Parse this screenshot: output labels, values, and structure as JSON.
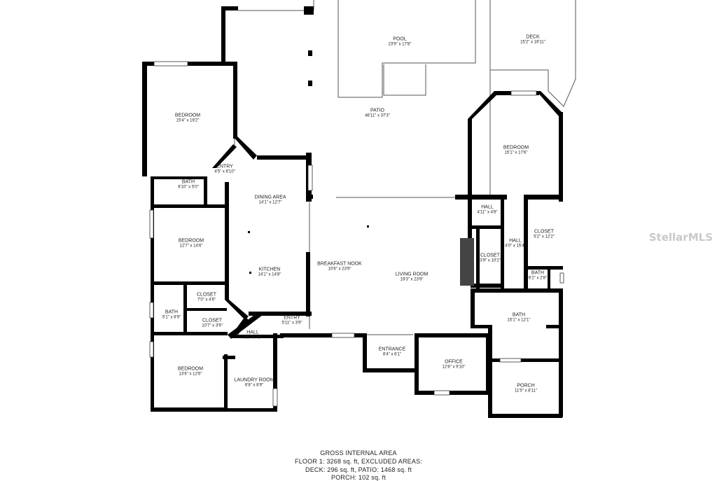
{
  "rooms": [
    {
      "key": "pool",
      "name": "POOL",
      "dims": "23'9\" x 17'8\""
    },
    {
      "key": "deck",
      "name": "DECK",
      "dims": "15'2\" x 19'11\""
    },
    {
      "key": "patio",
      "name": "PATIO",
      "dims": "46'11\" x 37'3\""
    },
    {
      "key": "bedroom_nw",
      "name": "BEDROOM",
      "dims": "15'4\" x 19'2\""
    },
    {
      "key": "entry_nw",
      "name": "ENTRY",
      "dims": "4'5\" x 6'10\""
    },
    {
      "key": "bath_nw",
      "name": "BATH",
      "dims": "8'10\" x 5'0\""
    },
    {
      "key": "dining",
      "name": "DINING AREA",
      "dims": "14'1\" x 12'7\""
    },
    {
      "key": "bedroom_w",
      "name": "BEDROOM",
      "dims": "12'7\" x 14'6\""
    },
    {
      "key": "kitchen",
      "name": "KITCHEN",
      "dims": "14'1\" x 14'8\""
    },
    {
      "key": "breakfast",
      "name": "BREAKFAST NOOK",
      "dims": "10'6\" x 23'9\""
    },
    {
      "key": "living",
      "name": "LIVING ROOM",
      "dims": "19'3\" x 23'9\""
    },
    {
      "key": "bedroom_ne",
      "name": "BEDROOM",
      "dims": "15'1\" x 17'6\""
    },
    {
      "key": "hall_ne",
      "name": "HALL",
      "dims": "4'11\" x 4'6\""
    },
    {
      "key": "closet_ne",
      "name": "CLOSET",
      "dims": "5'2\" x 12'2\""
    },
    {
      "key": "hall_e",
      "name": "HALL",
      "dims": "4'0\" x 15'4\""
    },
    {
      "key": "closet_e",
      "name": "CLOSET",
      "dims": "3'9\" x 10'2\""
    },
    {
      "key": "bath_small_e",
      "name": "BATH",
      "dims": "6'2\" x 2'8\""
    },
    {
      "key": "closet_w1",
      "name": "CLOSET",
      "dims": "7'0\" x 4'6\""
    },
    {
      "key": "bath_w",
      "name": "BATH",
      "dims": "5'1\" x 8'9\""
    },
    {
      "key": "closet_w2",
      "name": "CLOSET",
      "dims": "10'7\" x 3'9\""
    },
    {
      "key": "entry_c",
      "name": "ENTRY",
      "dims": "5'11\" x 3'9\""
    },
    {
      "key": "bath_e",
      "name": "BATH",
      "dims": "15'1\" x 12'1\""
    },
    {
      "key": "hall_c",
      "name": "HALL",
      "dims": "6'6\" x 7'6\""
    },
    {
      "key": "entrance",
      "name": "ENTRANCE",
      "dims": "8'4\" x 6'1\""
    },
    {
      "key": "office",
      "name": "OFFICE",
      "dims": "12'6\" x 9'10\""
    },
    {
      "key": "bedroom_sw",
      "name": "BEDROOM",
      "dims": "13'6\" x 12'6\""
    },
    {
      "key": "laundry",
      "name": "LAUNDRY ROOM",
      "dims": "6'8\" x 8'9\""
    },
    {
      "key": "porch",
      "name": "PORCH",
      "dims": "11'5\" x 8'11\""
    }
  ],
  "footer": {
    "line1": "GROSS INTERNAL AREA",
    "line2": "FLOOR 1: 3268 sq. ft, EXCLUDED AREAS:",
    "line3": "DECK: 296 sq. ft, PATIO: 1468 sq. ft",
    "line4": "PORCH: 102 sq. ft"
  },
  "watermark": "StellarMLS"
}
